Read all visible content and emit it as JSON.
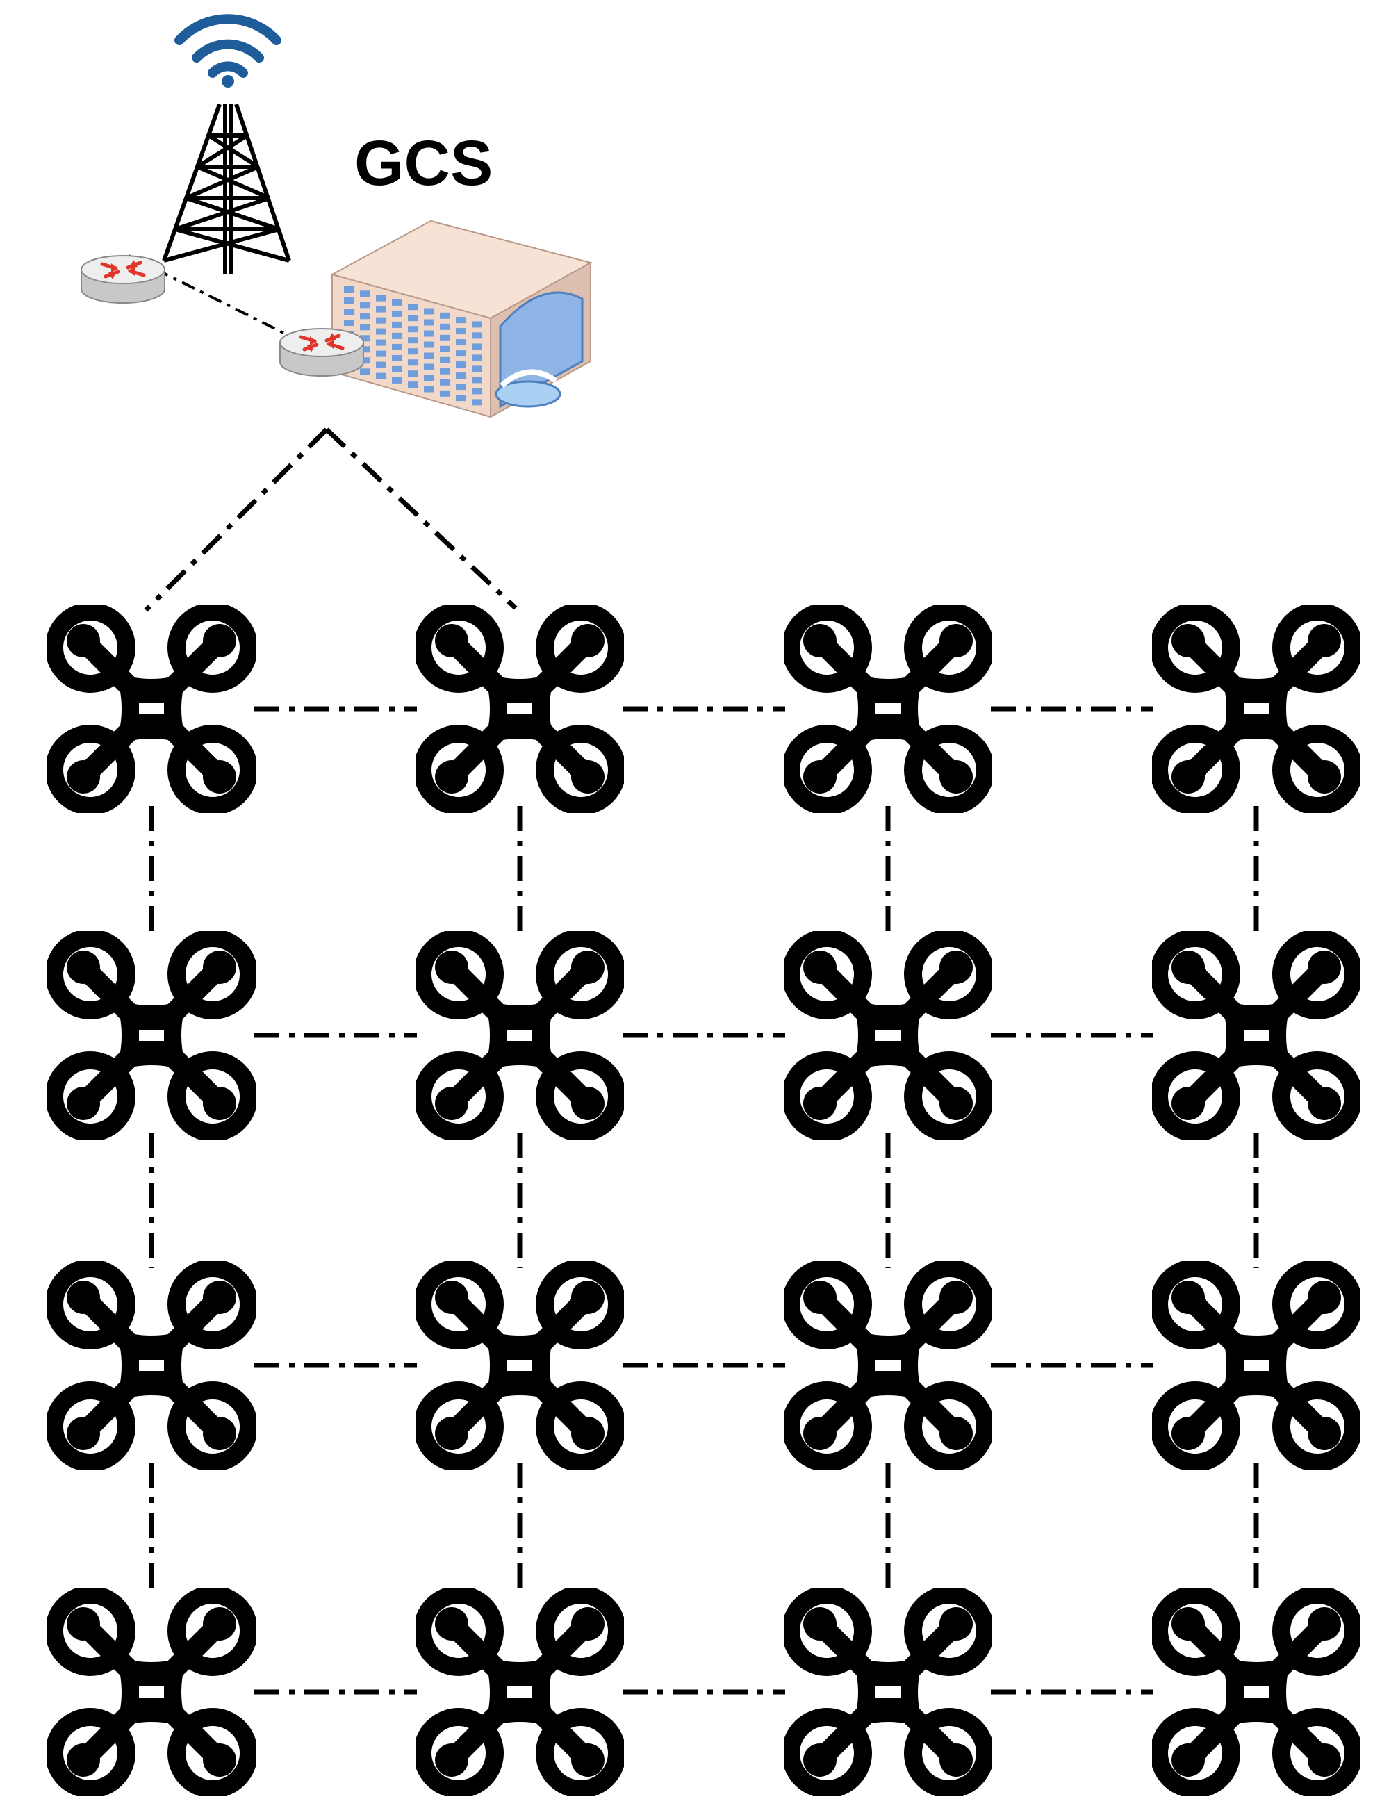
{
  "label": "GCS",
  "icons": {
    "tower": "radio-tower-icon",
    "router": "router-icon",
    "building": "building-icon",
    "drone": "quadcopter-drone-icon"
  },
  "grid": {
    "rows": 4,
    "cols": 4
  },
  "colors": {
    "ink": "#000000",
    "wifi": "#1f5c9a",
    "router_arrows": "#e0352b",
    "building_wall": "#f1d8c8",
    "window": "#6e9fdc"
  }
}
